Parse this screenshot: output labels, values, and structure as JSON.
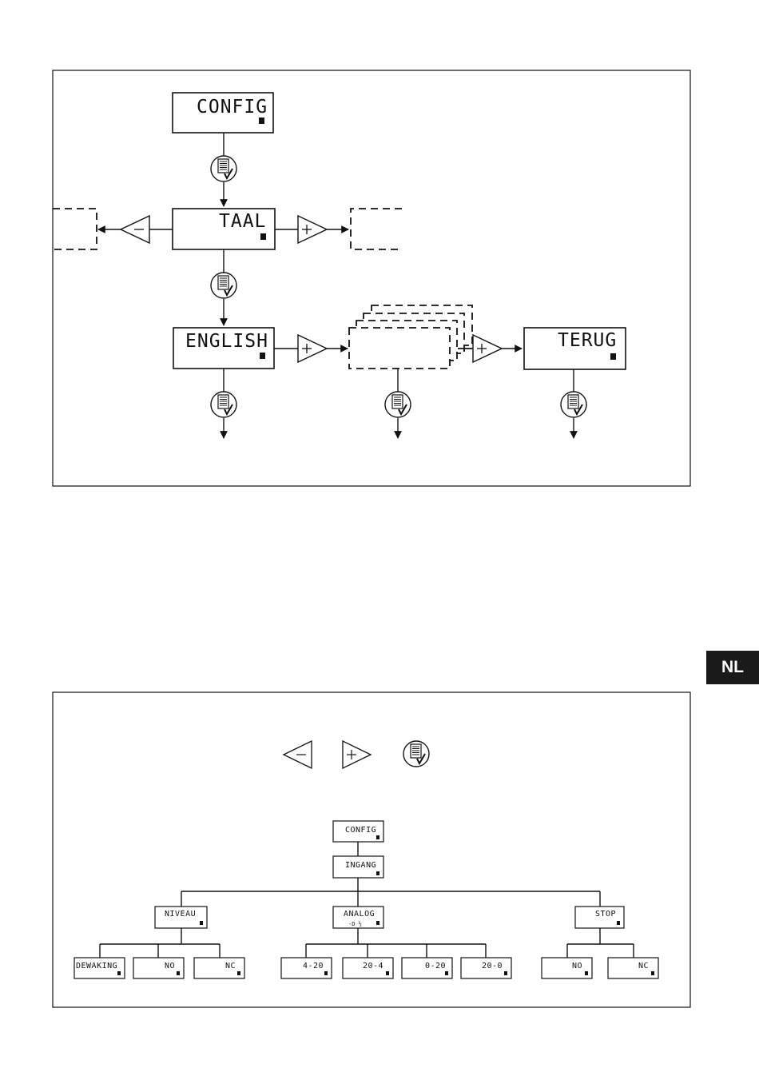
{
  "flow": {
    "config": "CONFIG",
    "taal": "TAAL",
    "english": "ENGLISH",
    "terug": "TERUG"
  },
  "legend": {
    "minus_icon": "minus-triangle-icon",
    "plus_icon": "plus-triangle-icon",
    "menu_icon": "menu-confirm-icon"
  },
  "tree": {
    "root": "CONFIG",
    "ingang": "INGANG",
    "niveau": "NIVEAU",
    "analog": "ANALOG",
    "stop": "STOP",
    "niveau_children": [
      "DEWAKING",
      "NO",
      "NC"
    ],
    "analog_children": [
      "4-20",
      "20-4",
      "0-20",
      "20-0"
    ],
    "stop_children": [
      "NO",
      "NC"
    ]
  },
  "side_tab": "NL"
}
